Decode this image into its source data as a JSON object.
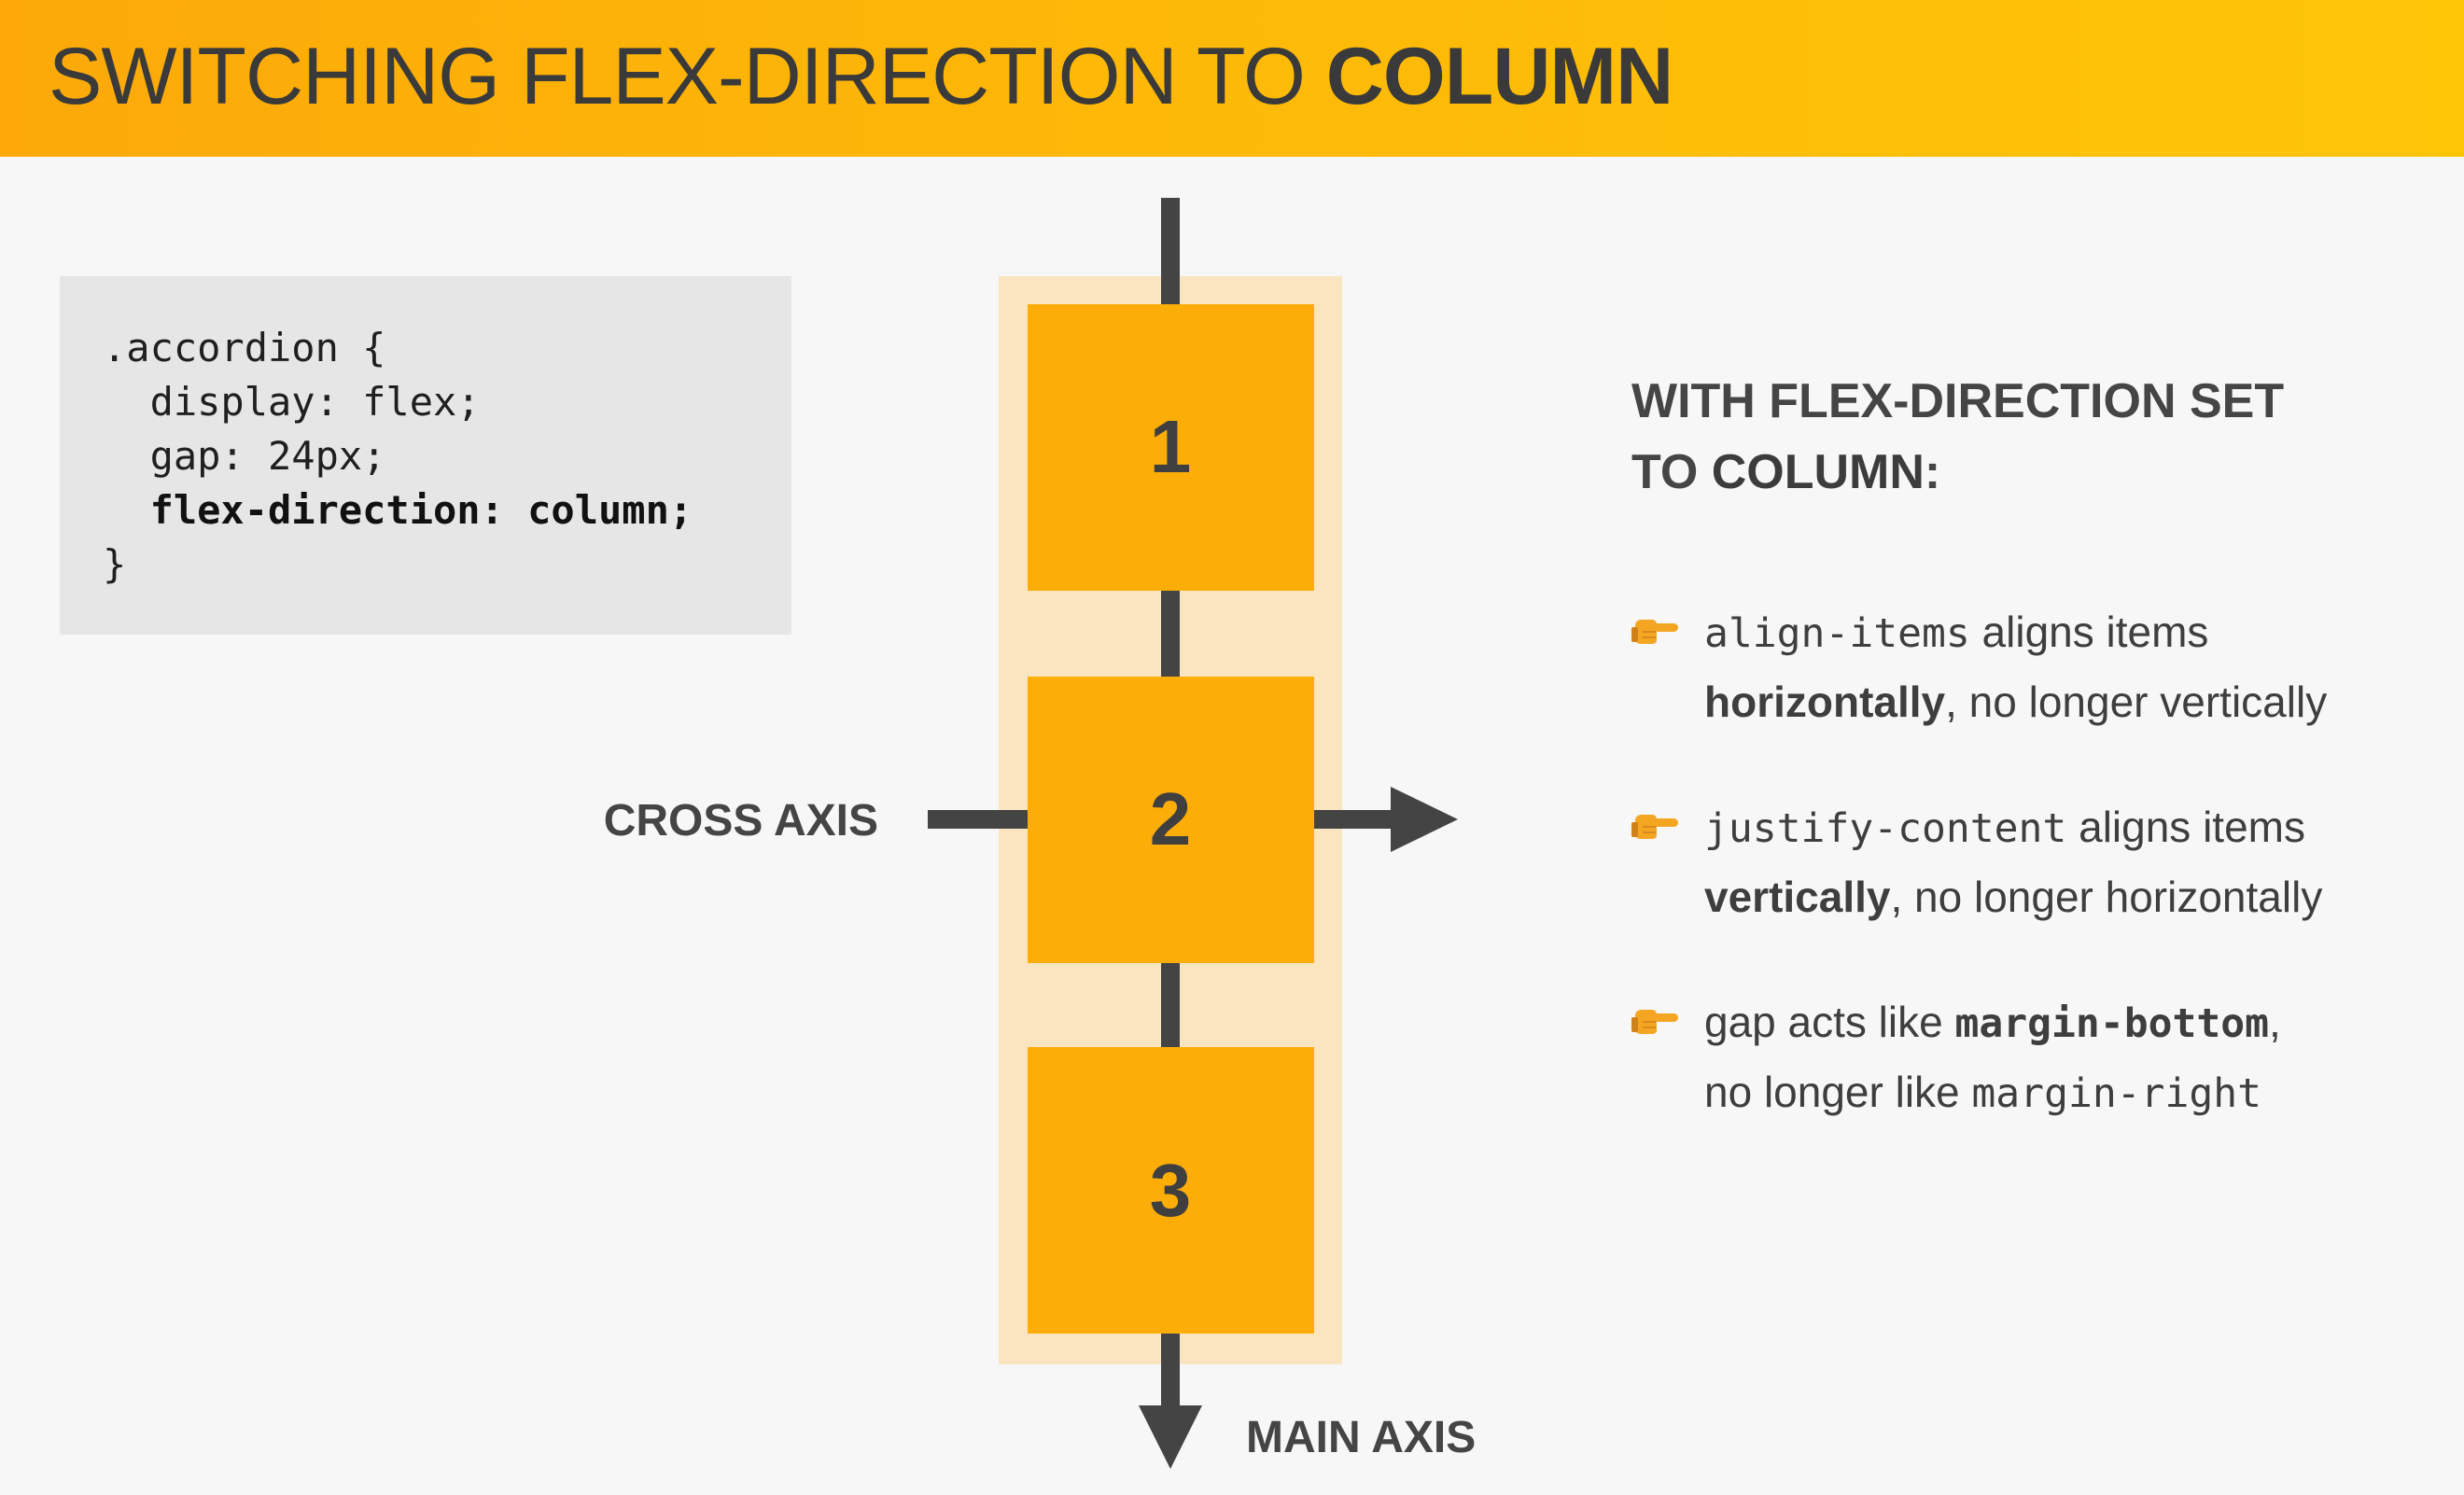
{
  "header": {
    "title_prefix": "SWITCHING FLEX-DIRECTION TO ",
    "title_strong": "COLUMN"
  },
  "code": {
    "lines": [
      ".accordion {",
      "  display: flex;",
      "  gap: 24px;",
      "  flex-direction: column;",
      "}"
    ]
  },
  "diagram": {
    "items": [
      "1",
      "2",
      "3"
    ],
    "cross_axis_label": "CROSS AXIS",
    "main_axis_label": "MAIN AXIS"
  },
  "notes": {
    "heading_line1": "WITH FLEX-DIRECTION SET",
    "heading_line2_prefix": "TO ",
    "heading_line2_strong": "COLUMN",
    "heading_line2_suffix": ":",
    "bullet_icon": "pointing-hand-icon",
    "bullets": [
      {
        "code": "align-items",
        "text1": " aligns items",
        "strong": "horizontally",
        "text2": ", no longer vertically"
      },
      {
        "code": "justify-content",
        "text1": " aligns items",
        "strong": "vertically",
        "text2": ", no longer horizontally"
      },
      {
        "text1": "gap acts like ",
        "code_strong": "margin-bottom",
        "text2": ",",
        "text3": "no longer like ",
        "code": "margin-right"
      }
    ]
  },
  "colors": {
    "header_gradient_start": "#fca909",
    "header_gradient_end": "#fec507",
    "box_orange": "#fdad08",
    "container_tint": "#fbe5c0",
    "axis_dark": "#444444",
    "code_bg": "#e6e6e6",
    "page_bg": "#f7f7f7"
  }
}
